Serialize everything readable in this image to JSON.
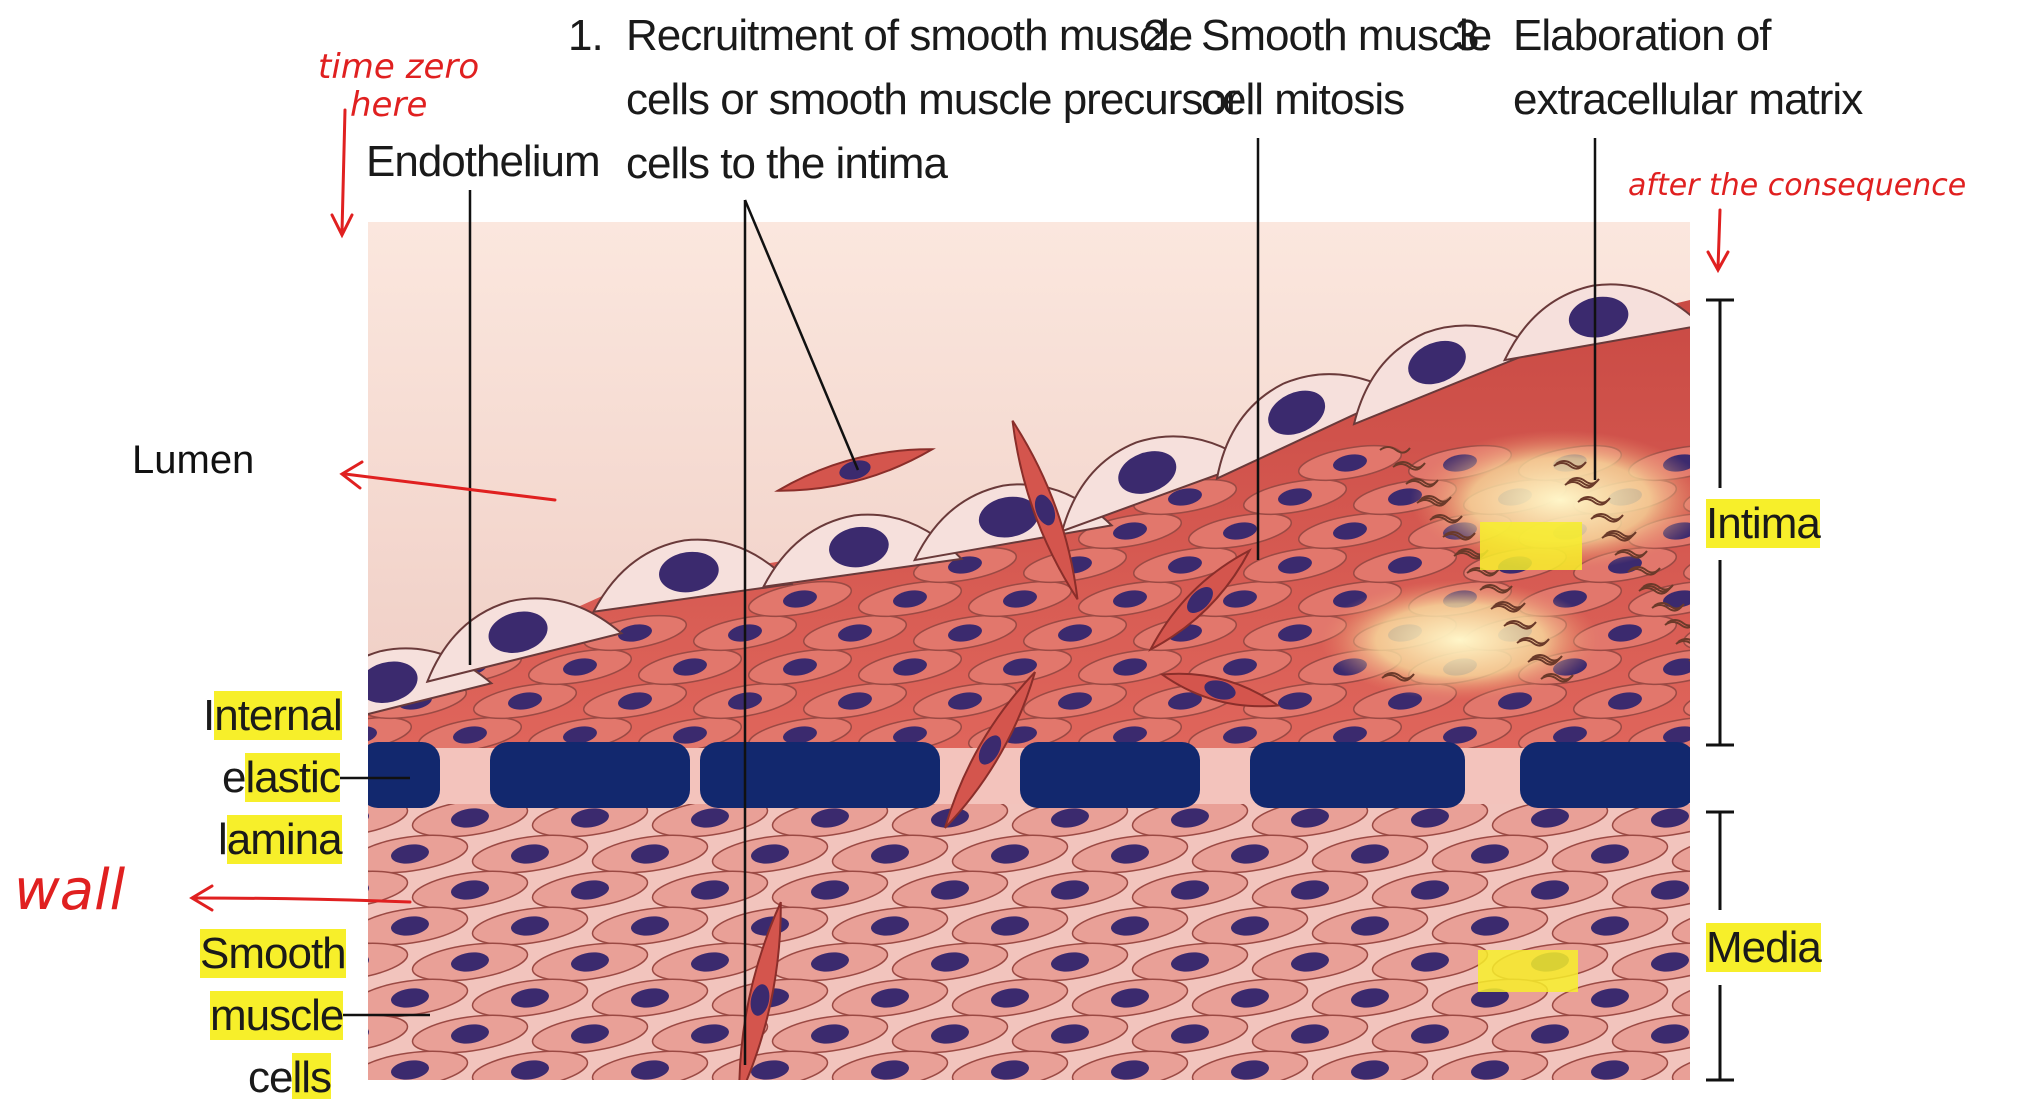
{
  "labels": {
    "step1": {
      "number": "1.",
      "lines": [
        "Recruitment of smooth muscle",
        "cells or smooth muscle precursor",
        "cells to the intima"
      ]
    },
    "step2": {
      "number": "2.",
      "lines": [
        "Smooth muscle",
        "cell mitosis"
      ]
    },
    "step3": {
      "number": "3.",
      "lines": [
        "Elaboration of",
        "extracellular matrix"
      ]
    },
    "endothelium": "Endothelium",
    "lumen": "Lumen",
    "internal_elastic_lamina": [
      {
        "plain": "I",
        "highlighted": "nternal"
      },
      {
        "plain": "e",
        "highlighted": "lastic"
      },
      {
        "plain": "l",
        "highlighted": "amina"
      }
    ],
    "smooth_muscle_cells": [
      {
        "plain": "",
        "highlighted": "Smooth"
      },
      {
        "plain": "",
        "highlighted": "muscle"
      },
      {
        "plain": "ce",
        "highlighted": "lls"
      }
    ],
    "intima": "Intima",
    "media": "Media"
  },
  "annotations": {
    "time_zero": [
      "time zero",
      "here"
    ],
    "after": "after the consequence",
    "wall": "wall"
  },
  "colors": {
    "annotation": "#e02020",
    "highlight": "#f7ef2a",
    "elastic_lamina": "#12286e",
    "smooth_muscle": "#e9a097",
    "nucleus": "#3b2a6e"
  }
}
